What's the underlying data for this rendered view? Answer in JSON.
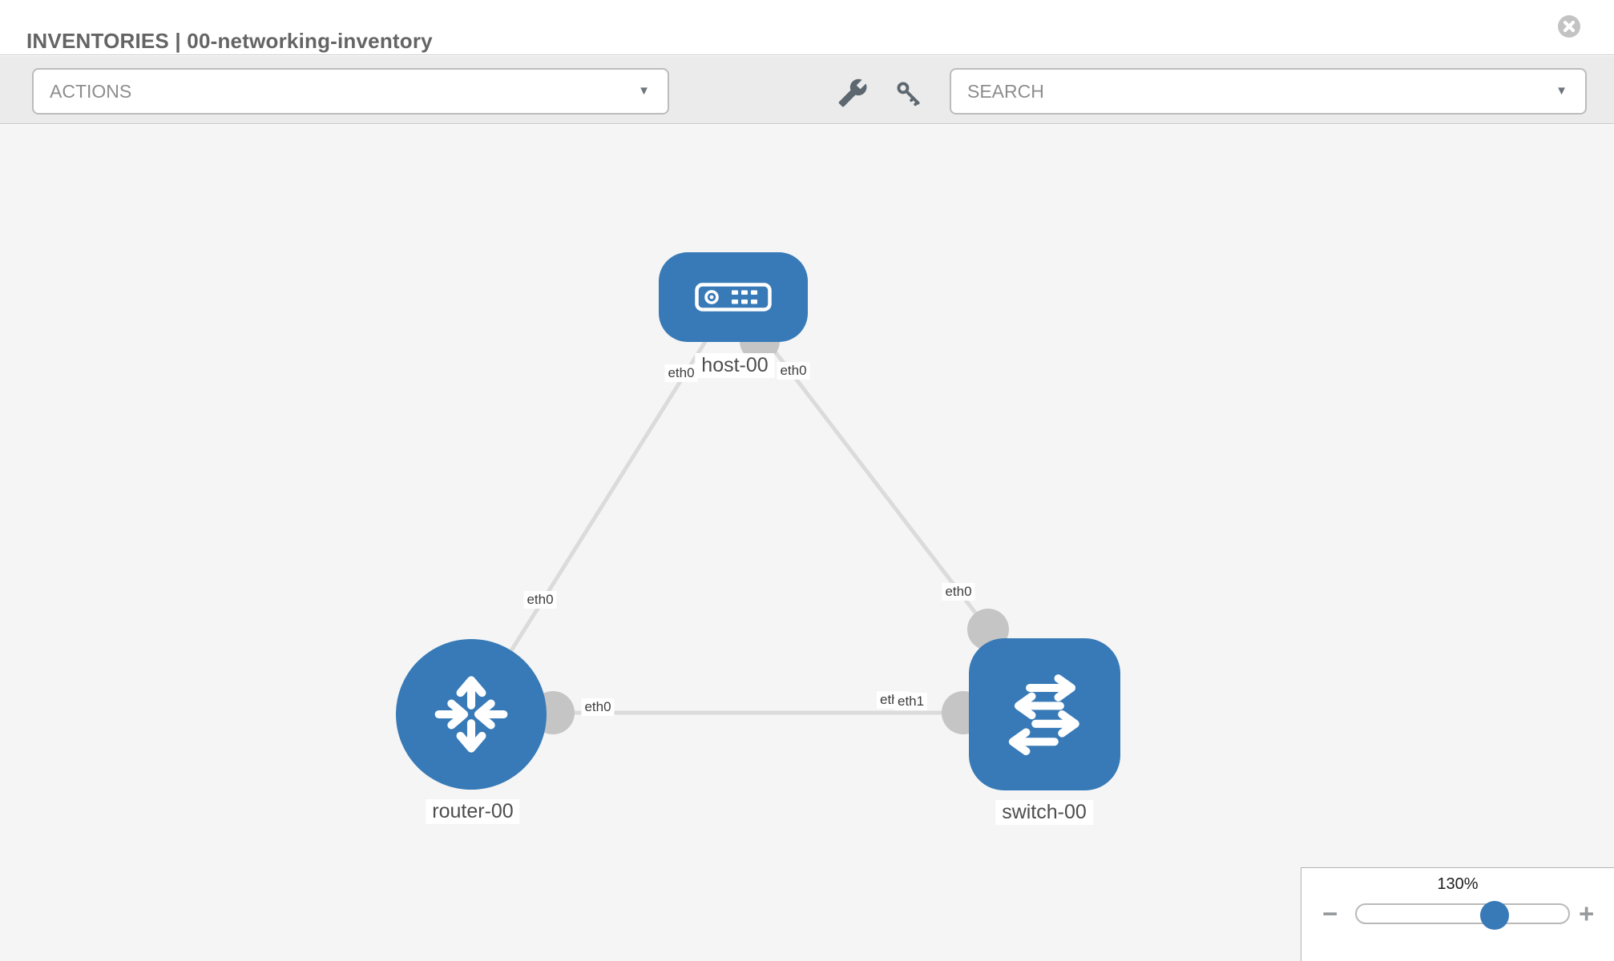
{
  "header": {
    "title": "INVENTORIES | 00-networking-inventory"
  },
  "toolbar": {
    "actions_label": "ACTIONS",
    "search_label": "SEARCH"
  },
  "icons": {
    "close": "circle-x-icon",
    "actions_caret": "chevron-down-icon",
    "search_caret": "chevron-down-icon",
    "tool_left": "wrench-icon",
    "tool_right": "key-icon"
  },
  "topology": {
    "nodes": [
      {
        "label": "host-00",
        "type": "host",
        "shape": "rounded-rect",
        "icon": "server-icon"
      },
      {
        "label": "router-00",
        "type": "router",
        "shape": "circle",
        "icon": "router-arrows-icon"
      },
      {
        "label": "switch-00",
        "type": "switch",
        "shape": "rounded-square",
        "icon": "switch-arrows-icon"
      }
    ],
    "links": [
      {
        "from": "host-00",
        "from_interface": "eth0",
        "to": "router-00",
        "to_interface": "eth0"
      },
      {
        "from": "host-00",
        "from_interface": "eth0",
        "to": "switch-00",
        "to_interface": "eth0"
      },
      {
        "from": "router-00",
        "from_interface": "eth0",
        "to": "switch-00",
        "to_interface": "eth1"
      }
    ],
    "labels": {
      "host": "host-00",
      "router": "router-00",
      "switch": "switch-00",
      "host_if_left": "eth0",
      "host_if_right": "eth0",
      "link_host_router_if": "eth0",
      "link_host_switch_if": "eth0",
      "router_if": "eth0",
      "switch_if_under": "eth0",
      "switch_if_over": "eth1"
    }
  },
  "zoom_control": {
    "level": "130%",
    "percent": 130,
    "minus_label": "−",
    "plus_label": "+"
  },
  "colors": {
    "node_blue": "#377ab7",
    "link_gray": "#dbdbdb",
    "connector_gray": "#c5c5c5",
    "canvas_bg": "#f5f5f5",
    "toolbar_bg": "#ebebeb"
  }
}
